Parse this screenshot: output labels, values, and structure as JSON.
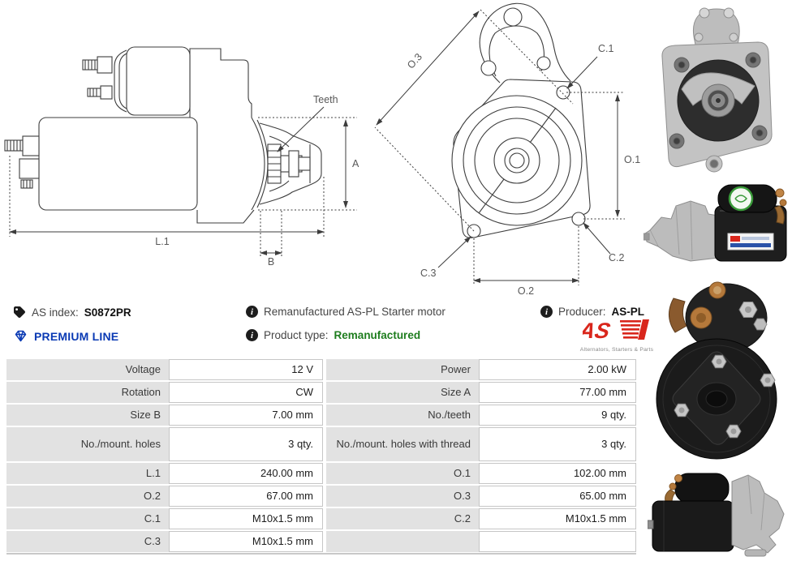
{
  "product": {
    "as_index_label": "AS index:",
    "as_index_value": "S0872PR",
    "premium_line": "PREMIUM LINE",
    "description": "Remanufactured AS-PL Starter motor",
    "product_type_label": "Product type:",
    "product_type_value": "Remanufactured",
    "producer_label": "Producer:",
    "producer_value": "AS-PL",
    "logo_text": "AS",
    "logo_tagline": "Alternators, Starters & Parts"
  },
  "drawing": {
    "side": {
      "teeth": "Teeth",
      "dim_a": "A",
      "dim_l1": "L.1",
      "dim_b": "B"
    },
    "front": {
      "dim_o3": "O.3",
      "dim_c1": "C.1",
      "dim_o1": "O.1",
      "dim_c2": "C.2",
      "dim_c3": "C.3",
      "dim_o2": "O.2"
    }
  },
  "colors": {
    "premium_blue": "#0a3ab4",
    "remanufactured_green": "#1e7d1e",
    "brand_red": "#d9261c",
    "table_label_bg": "#e2e2e2"
  },
  "specs": {
    "rows": [
      {
        "label_left": "Voltage",
        "value_left": "12 V",
        "label_right": "Power",
        "value_right": "2.00 kW"
      },
      {
        "label_left": "Rotation",
        "value_left": "CW",
        "label_right": "Size A",
        "value_right": "77.00 mm"
      },
      {
        "label_left": "Size B",
        "value_left": "7.00 mm",
        "label_right": "No./teeth",
        "value_right": "9 qty."
      },
      {
        "label_left": "No./mount. holes",
        "value_left": "3 qty.",
        "label_right": "No./mount. holes with thread",
        "value_right": "3 qty."
      },
      {
        "label_left": "L.1",
        "value_left": "240.00 mm",
        "label_right": "O.1",
        "value_right": "102.00 mm"
      },
      {
        "label_left": "O.2",
        "value_left": "67.00 mm",
        "label_right": "O.3",
        "value_right": "65.00 mm"
      },
      {
        "label_left": "C.1",
        "value_left": "M10x1.5 mm",
        "label_right": "C.2",
        "value_right": "M10x1.5 mm"
      },
      {
        "label_left": "C.3",
        "value_left": "M10x1.5 mm",
        "label_right": "",
        "value_right": ""
      }
    ]
  }
}
